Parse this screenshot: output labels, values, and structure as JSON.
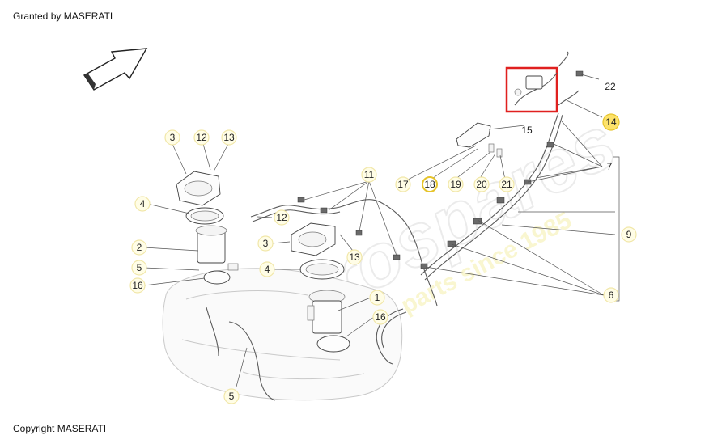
{
  "header": {
    "granted_text": "Granted by MASERATI"
  },
  "footer": {
    "copyright_text": "Copyright MASERATI"
  },
  "watermark": {
    "line1": "eurospares",
    "line2": "a passion for parts since 1985"
  },
  "colors": {
    "highlight_box": "#e0201f",
    "callout_fill": "#fffde6",
    "callout_highlight": "#fde26a",
    "callout_border": "#e6c42b"
  },
  "callouts": [
    {
      "id": "c3a",
      "label": "3"
    },
    {
      "id": "c12a",
      "label": "12"
    },
    {
      "id": "c13a",
      "label": "13"
    },
    {
      "id": "c4a",
      "label": "4"
    },
    {
      "id": "c2",
      "label": "2"
    },
    {
      "id": "c5a",
      "label": "5"
    },
    {
      "id": "c16a",
      "label": "16"
    },
    {
      "id": "c11",
      "label": "11"
    },
    {
      "id": "c12b",
      "label": "12"
    },
    {
      "id": "c3b",
      "label": "3"
    },
    {
      "id": "c13b",
      "label": "13"
    },
    {
      "id": "c4b",
      "label": "4"
    },
    {
      "id": "c1",
      "label": "1"
    },
    {
      "id": "c16b",
      "label": "16"
    },
    {
      "id": "c5b",
      "label": "5"
    },
    {
      "id": "c17",
      "label": "17"
    },
    {
      "id": "c18",
      "label": "18"
    },
    {
      "id": "c19",
      "label": "19"
    },
    {
      "id": "c20",
      "label": "20"
    },
    {
      "id": "c21",
      "label": "21"
    },
    {
      "id": "c15",
      "label": "15"
    },
    {
      "id": "c22",
      "label": "22"
    },
    {
      "id": "c14",
      "label": "14"
    },
    {
      "id": "c7",
      "label": "7"
    },
    {
      "id": "c9",
      "label": "9"
    },
    {
      "id": "c6",
      "label": "6"
    }
  ]
}
